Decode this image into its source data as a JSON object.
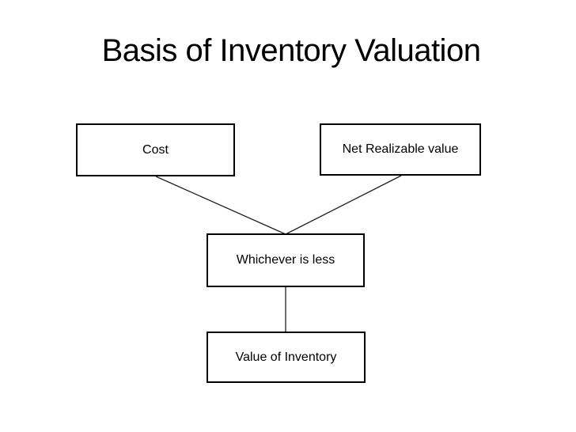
{
  "slide": {
    "title": "Basis of Inventory Valuation",
    "background_color": "#ffffff",
    "text_color": "#000000",
    "box_border_color": "#000000",
    "connector_color": "#1f1f1f"
  },
  "diagram": {
    "type": "flowchart",
    "nodes": [
      {
        "id": "cost",
        "label": "Cost"
      },
      {
        "id": "net-realizable-value",
        "label": "Net Realizable value"
      },
      {
        "id": "whichever-is-less",
        "label": "Whichever is less"
      },
      {
        "id": "value-of-inventory",
        "label": "Value of Inventory"
      }
    ],
    "edges": [
      {
        "from": "cost",
        "to": "whichever-is-less"
      },
      {
        "from": "net-realizable-value",
        "to": "whichever-is-less"
      },
      {
        "from": "whichever-is-less",
        "to": "value-of-inventory"
      }
    ]
  }
}
